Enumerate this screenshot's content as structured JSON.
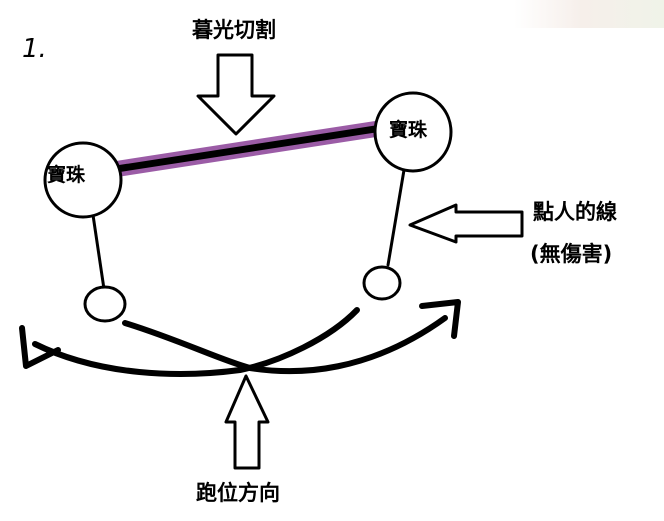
{
  "step_number": "1.",
  "labels": {
    "top": "暮光切割",
    "right_line1": "點人的線",
    "right_line2": "(無傷害)",
    "bottom": "跑位方向"
  },
  "orbs": {
    "left": "寶珠",
    "right": "寶珠"
  },
  "colors": {
    "ink": "#000000",
    "beam_glow": "#8a3f96",
    "background": "#ffffff"
  }
}
